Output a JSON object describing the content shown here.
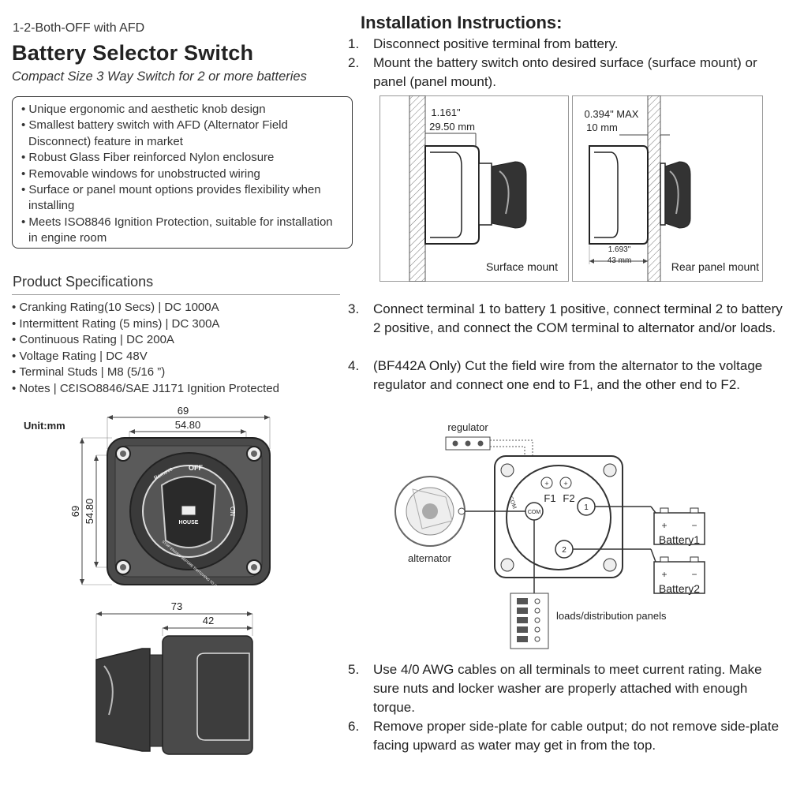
{
  "header": {
    "model_line": "1-2-Both-OFF with AFD",
    "title": "Battery Selector Switch",
    "tagline": "Compact Size 3 Way Switch for 2 or more batteries"
  },
  "features": [
    "Unique ergonomic and aesthetic knob design",
    "Smallest battery switch with AFD (Alternator Field Disconnect) feature in market",
    "Robust Glass Fiber reinforced Nylon enclosure",
    "Removable windows for unobstructed wiring",
    "Surface or panel mount options provides flexibility when installing",
    "Meets ISO8846 Ignition Protection, suitable for installation in engine room"
  ],
  "specifications": {
    "heading": "Product Specifications",
    "items": [
      "Cranking Rating(10 Secs) | DC 1000A",
      "Intermittent Rating (5 mins) | DC 300A",
      "Continuous Rating | DC 200A",
      "Voltage Rating | DC 48V",
      "Terminal Studs | M8 (5/16 ”)",
      "Notes |  CƐISO8846/SAE J1171 Ignition Protected"
    ]
  },
  "dimensions": {
    "unit_label": "Unit:mm",
    "front_width_outer": "69",
    "front_width_inner": "54.80",
    "front_height_outer": "69",
    "front_height_inner": "54.80",
    "side_depth_outer": "73",
    "side_depth_inner": "42",
    "knob_off": "OFF",
    "knob_remove": "Remove",
    "knob_on": "ON",
    "knob_house": "HOUSE",
    "knob_warning": "STOP ENGINE BEFORE SWITCHING TO OFF"
  },
  "installation": {
    "heading": "Installation Instructions:",
    "steps": [
      {
        "num": "1.",
        "text": "Disconnect positive terminal from battery."
      },
      {
        "num": "2.",
        "text": "Mount the battery switch onto desired surface (surface mount) or panel (panel mount)."
      },
      {
        "num": "3.",
        "text": "Connect terminal 1 to battery 1 positive, connect terminal 2 to battery 2 positive, and connect the COM terminal to alternator and/or loads."
      },
      {
        "num": "4.",
        "text": "(BF442A Only) Cut the field wire from the alternator to the voltage regulator and connect one end to F1, and the other end to F2."
      },
      {
        "num": "5.",
        "text": "Use 4/0 AWG cables on all terminals to meet current rating. Make sure nuts and locker washer are properly attached with enough torque."
      },
      {
        "num": "6.",
        "text": "Remove proper side-plate for cable output; do not remove side-plate facing upward as water may get in from the top."
      }
    ]
  },
  "mounting": {
    "surface_dim_in": "1.161\"",
    "surface_dim_mm": "29.50 mm",
    "surface_caption": "Surface mount",
    "panel_dim_in": "0.394\" MAX",
    "panel_dim_mm": "10 mm",
    "panel_depth_in": "1.693\"",
    "panel_depth_mm": "43 mm",
    "panel_caption": "Rear panel mount"
  },
  "wiring": {
    "regulator": "regulator",
    "alternator": "alternator",
    "f1": "F1",
    "f2": "F2",
    "com": "COM",
    "term1": "1",
    "term2": "2",
    "battery1": "Battery1",
    "battery2": "Battery2",
    "loads": "loads/distribution panels",
    "com_side": "COM"
  }
}
